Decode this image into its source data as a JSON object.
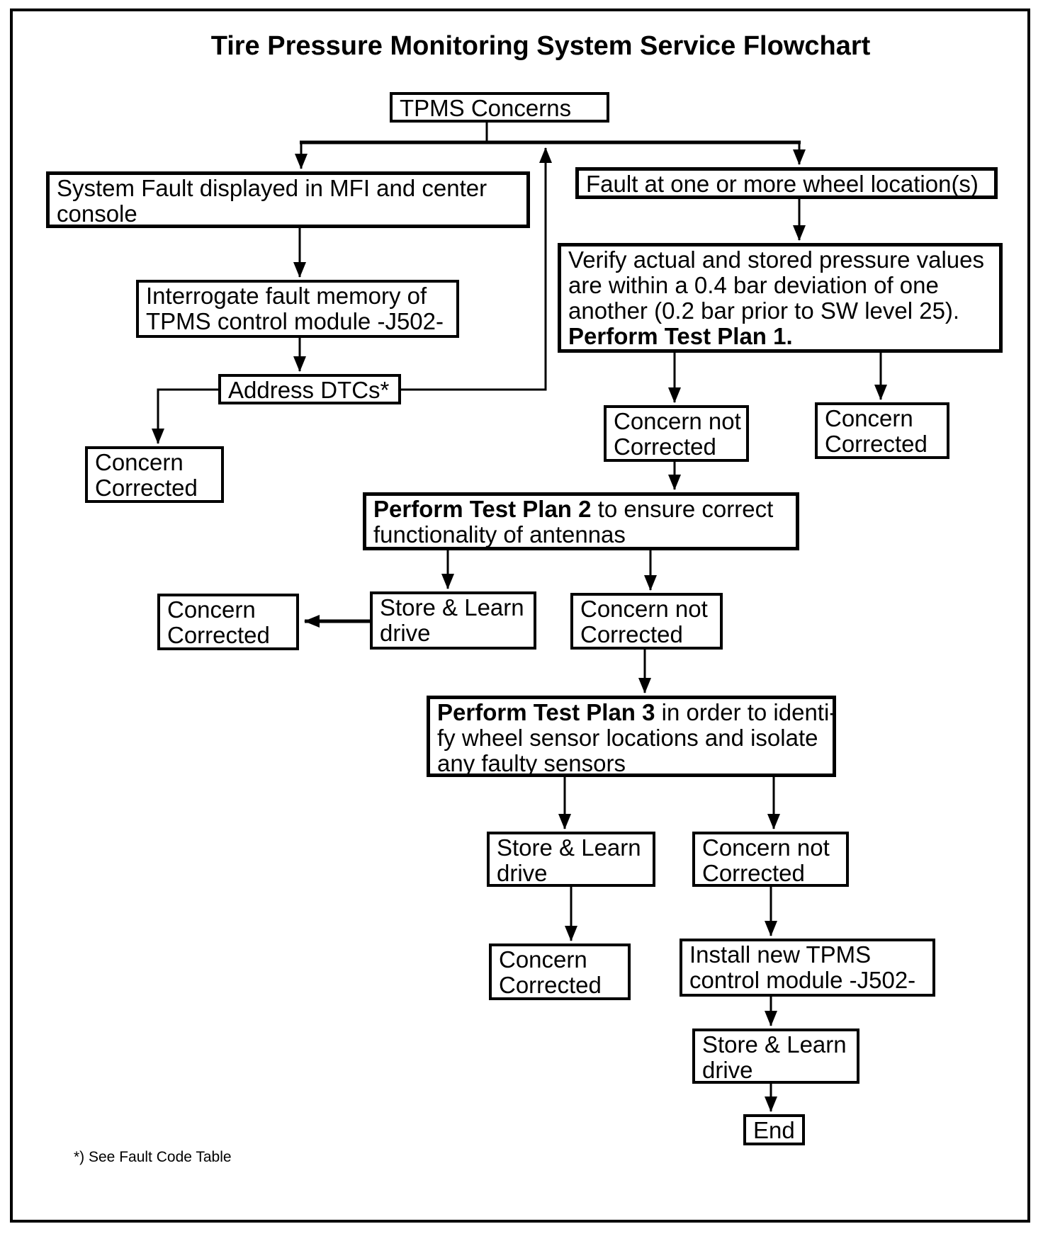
{
  "title": "Tire Pressure Monitoring System Service Flowchart",
  "footnote": "*) See Fault Code Table",
  "colors": {
    "ink": "#000000",
    "paper": "#ffffff"
  },
  "nodes": {
    "tpms_concerns": {
      "label": "TPMS Concerns"
    },
    "system_fault": {
      "lines": [
        "System Fault displayed in MFI and center",
        "console"
      ]
    },
    "fault_wheel": {
      "label": "Fault at one or more wheel location(s)"
    },
    "interrogate": {
      "lines": [
        "Interrogate fault memory of",
        "TPMS control module -J502-"
      ]
    },
    "address_dtcs": {
      "label": "Address DTCs*"
    },
    "concern_corrected_1": {
      "lines": [
        "Concern",
        "Corrected"
      ]
    },
    "verify": {
      "lines": [
        "Verify actual and stored pressure values",
        "are within a 0.4 bar deviation of one",
        "another (0.2 bar prior to SW level 25)."
      ],
      "bold_line": "Perform Test Plan 1."
    },
    "concern_not_corrected_1": {
      "lines": [
        "Concern not",
        "Corrected"
      ]
    },
    "concern_corrected_2": {
      "lines": [
        "Concern",
        "Corrected"
      ]
    },
    "test_plan_2": {
      "bold": "Perform Test Plan 2",
      "rest": " to ensure correct",
      "line2": "functionality of antennas"
    },
    "store_learn_1": {
      "lines": [
        "Store & Learn",
        "drive"
      ]
    },
    "concern_corrected_3": {
      "lines": [
        "Concern",
        "Corrected"
      ]
    },
    "concern_not_corrected_2": {
      "lines": [
        "Concern not",
        "Corrected"
      ]
    },
    "test_plan_3": {
      "bold": "Perform Test Plan 3",
      "rest": " in order to identi-",
      "line2": "fy wheel sensor locations and isolate",
      "line3": "any faulty sensors"
    },
    "store_learn_2": {
      "lines": [
        "Store & Learn",
        "drive"
      ]
    },
    "concern_not_corrected_3": {
      "lines": [
        "Concern not",
        "Corrected"
      ]
    },
    "concern_corrected_4": {
      "lines": [
        "Concern",
        "Corrected"
      ]
    },
    "install_module": {
      "lines": [
        "Install new TPMS",
        "control module -J502-"
      ]
    },
    "store_learn_3": {
      "lines": [
        "Store & Learn",
        "drive"
      ]
    },
    "end": {
      "label": "End"
    }
  },
  "edges": [
    "tpms_concerns -> system_fault",
    "tpms_concerns -> fault_wheel",
    "system_fault -> interrogate",
    "interrogate -> address_dtcs",
    "address_dtcs -> concern_corrected_1",
    "address_dtcs -> tpms_concerns (return up to branch)",
    "fault_wheel -> verify",
    "verify -> concern_not_corrected_1",
    "verify -> concern_corrected_2",
    "concern_not_corrected_1 -> test_plan_2",
    "test_plan_2 -> store_learn_1",
    "test_plan_2 -> concern_not_corrected_2",
    "store_learn_1 -> concern_corrected_3",
    "concern_not_corrected_2 -> test_plan_3",
    "test_plan_3 -> store_learn_2",
    "test_plan_3 -> concern_not_corrected_3",
    "store_learn_2 -> concern_corrected_4",
    "concern_not_corrected_3 -> install_module",
    "install_module -> store_learn_3",
    "store_learn_3 -> end"
  ]
}
